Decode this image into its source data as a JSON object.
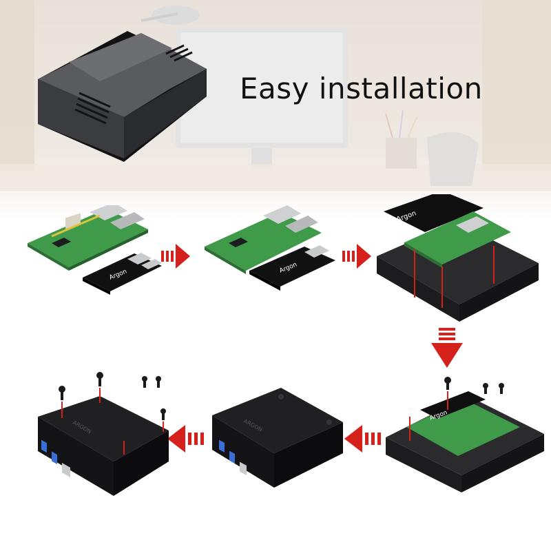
{
  "headline": "Easy installation",
  "steps": [
    {
      "id": "step-1-board-and-adapter",
      "label": ""
    },
    {
      "id": "step-2-board-connected",
      "label": ""
    },
    {
      "id": "step-3-insert-into-base",
      "label": ""
    },
    {
      "id": "step-4-screw-bottom",
      "label": ""
    },
    {
      "id": "step-5-close-lid",
      "label": ""
    },
    {
      "id": "step-6-screw-lid",
      "label": ""
    }
  ],
  "arrows": [
    {
      "from": "step-1-board-and-adapter",
      "to": "step-2-board-connected",
      "direction": "right"
    },
    {
      "from": "step-2-board-connected",
      "to": "step-3-insert-into-base",
      "direction": "right"
    },
    {
      "from": "step-3-insert-into-base",
      "to": "step-4-screw-bottom",
      "direction": "down"
    },
    {
      "from": "step-4-screw-bottom",
      "to": "step-5-close-lid",
      "direction": "left"
    },
    {
      "from": "step-5-close-lid",
      "to": "step-6-screw-lid",
      "direction": "left"
    }
  ],
  "adapter_marking": "Argon",
  "case_marking": "ARGON",
  "colors": {
    "arrow": "#d4211b",
    "case": "#1c1c1e",
    "board": "#3f9a4a",
    "background_fade": "#f6f2ee"
  },
  "icons": [
    "arrow-right-icon",
    "arrow-down-icon",
    "arrow-left-icon",
    "screw-icon"
  ]
}
